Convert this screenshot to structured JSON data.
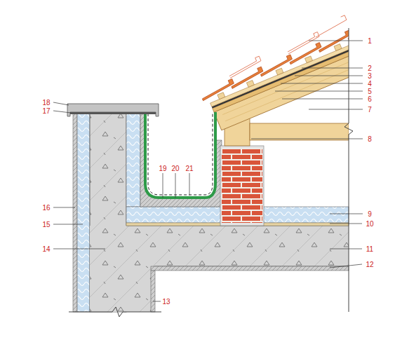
{
  "diagram": {
    "labels": [
      "1",
      "2",
      "3",
      "4",
      "5",
      "6",
      "7",
      "8",
      "9",
      "10",
      "11",
      "12",
      "13",
      "14",
      "15",
      "16",
      "17",
      "18",
      "19",
      "20",
      "21"
    ]
  }
}
